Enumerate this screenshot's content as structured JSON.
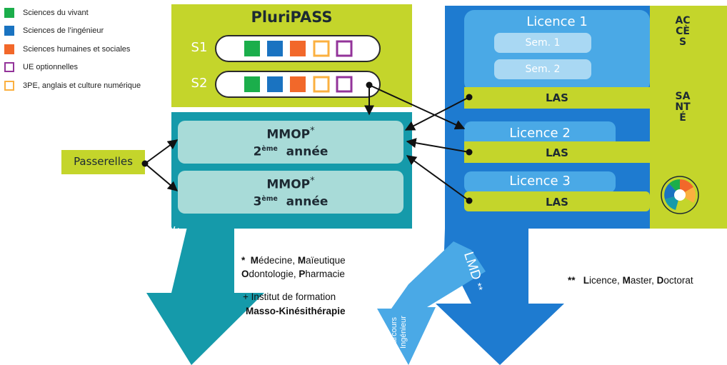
{
  "colors": {
    "lime": "#c4d52b",
    "teal": "#159aaa",
    "teal_light": "#a8dbd8",
    "blue": "#1e7bd0",
    "blue_mid": "#4aa9e6",
    "blue_light": "#a9d8f3",
    "legend_green": "#1bae4b",
    "legend_blue": "#1a73c1",
    "legend_orange": "#f2682a",
    "legend_purple": "#93339a",
    "legend_yellow": "#fbb040"
  },
  "legend": [
    {
      "label": "Sciences du vivant",
      "color": "#1bae4b",
      "style": "fill"
    },
    {
      "label": "Sciences de l’ingénieur",
      "color": "#1a73c1",
      "style": "fill"
    },
    {
      "label": "Sciences humaines et sociales",
      "color": "#f2682a",
      "style": "fill"
    },
    {
      "label": "UE optionnelles",
      "color": "#93339a",
      "style": "outline"
    },
    {
      "label": "3PE, anglais et culture numérique",
      "color": "#fbb040",
      "style": "outline"
    }
  ],
  "pluripass": {
    "title": "PluriPASS",
    "s1_label": "S1",
    "s2_label": "S2"
  },
  "mmop": {
    "row1_title": "MMOP",
    "row1_star": "*",
    "row1_num": "2",
    "row1_sup": "ème",
    "row1_suffix": "année",
    "row2_title": "MMOP",
    "row2_star": "*",
    "row2_num": "3",
    "row2_sup": "ème",
    "row2_suffix": "année"
  },
  "passerelles": "Passerelles",
  "lmd_panel": {
    "licence1": "Licence 1",
    "sem1": "Sem. 1",
    "sem2": "Sem. 2",
    "las1": "LAS",
    "licence2": "Licence 2",
    "las2": "LAS",
    "licence3": "Licence 3",
    "las3": "LAS",
    "acces": "ACCÈS",
    "sante": "SANTÉ"
  },
  "arrows": {
    "sante": "SANTÉ",
    "lmd": "LMD",
    "lmd_star": "**",
    "parcours_line1": "Parcours",
    "parcours_line2": "Ingénieur"
  },
  "notes": {
    "mmop_star": "*",
    "m1_b": "M",
    "m1_r": "édecine, ",
    "m2_b": "M",
    "m2_r": "aïeutique",
    "o_b": "O",
    "o_r": "dontologie, ",
    "p_b": "P",
    "p_r": "harmacie",
    "institut": "+ Institut de formation",
    "masso": "Masso-Kinésithérapie",
    "lmd_star": "**",
    "l_b": "L",
    "l_r": "icence, ",
    "ma_b": "M",
    "ma_r": "aster, ",
    "d_b": "D",
    "d_r": "octorat"
  }
}
